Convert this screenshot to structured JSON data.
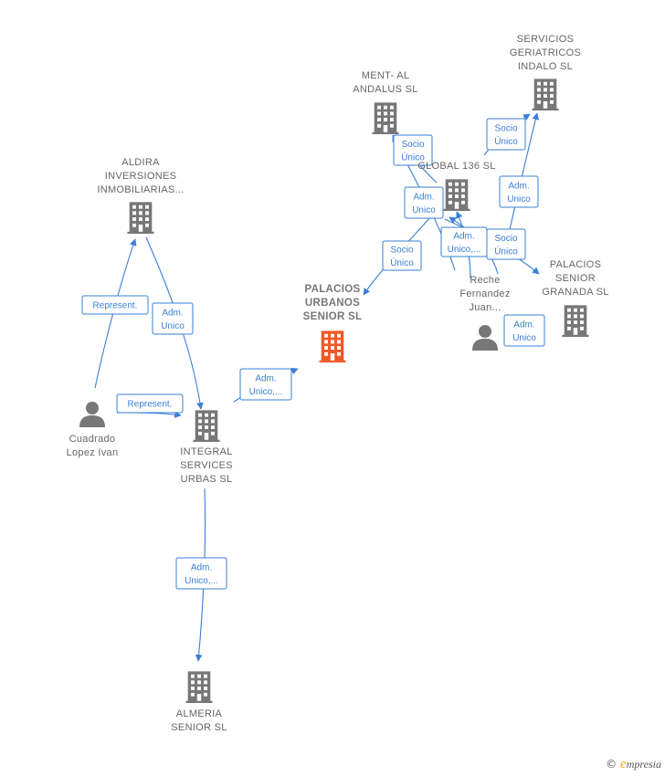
{
  "nodes": [
    {
      "id": "aldira",
      "type": "company",
      "main": false,
      "label": [
        "ALDIRA",
        "INVERSIONES",
        "INMOBILIARIAS..."
      ]
    },
    {
      "id": "ment",
      "type": "company",
      "main": false,
      "label": [
        "MENT-  AL",
        "ANDALUS  SL"
      ]
    },
    {
      "id": "servicios",
      "type": "company",
      "main": false,
      "label": [
        "SERVICIOS",
        "GERIATRICOS",
        "INDALO  SL"
      ]
    },
    {
      "id": "global136",
      "type": "company",
      "main": false,
      "label": [
        "GLOBAL 136 SL"
      ]
    },
    {
      "id": "palacios_urbanos",
      "type": "company",
      "main": true,
      "label": [
        "PALACIOS",
        "URBANOS",
        "SENIOR  SL"
      ]
    },
    {
      "id": "palacios_granada",
      "type": "company",
      "main": false,
      "label": [
        "PALACIOS",
        "SENIOR",
        "GRANADA  SL"
      ]
    },
    {
      "id": "reche",
      "type": "person",
      "main": false,
      "label": [
        "Reche",
        "Fernandez",
        "Juan..."
      ]
    },
    {
      "id": "cuadrado",
      "type": "person",
      "main": false,
      "label": [
        "Cuadrado",
        "Lopez Ivan"
      ]
    },
    {
      "id": "integral",
      "type": "company",
      "main": false,
      "label": [
        "INTEGRAL",
        "SERVICES",
        "URBAS  SL"
      ]
    },
    {
      "id": "almeria",
      "type": "company",
      "main": false,
      "label": [
        "ALMERIA",
        "SENIOR  SL"
      ]
    }
  ],
  "edges": [
    {
      "id": "e1",
      "label": [
        "Represent."
      ]
    },
    {
      "id": "e2",
      "label": [
        "Adm.",
        "Unico"
      ]
    },
    {
      "id": "e3",
      "label": [
        "Represent."
      ]
    },
    {
      "id": "e4",
      "label": [
        "Adm.",
        "Unico,..."
      ]
    },
    {
      "id": "e5",
      "label": [
        "Adm.",
        "Unico,..."
      ]
    },
    {
      "id": "e6",
      "label": [
        "Socio",
        "Único"
      ]
    },
    {
      "id": "e7",
      "label": [
        "Adm.",
        "Unico"
      ]
    },
    {
      "id": "e8",
      "label": [
        "Socio",
        "Único"
      ]
    },
    {
      "id": "e9",
      "label": [
        "Socio",
        "Único"
      ]
    },
    {
      "id": "e10",
      "label": [
        "Adm.",
        "Unico"
      ]
    },
    {
      "id": "e11",
      "label": [
        "Adm.",
        "Unico,..."
      ]
    },
    {
      "id": "e12",
      "label": [
        "Socio",
        "Único"
      ]
    },
    {
      "id": "e13",
      "label": [
        "Adm.",
        "Unico"
      ]
    }
  ],
  "colors": {
    "edge": "#3a7fd5",
    "node": "#777777",
    "main_node": "#f05a28"
  },
  "footer": {
    "copyright": "©",
    "brand_initial": "e",
    "brand_rest": "mpresia"
  }
}
